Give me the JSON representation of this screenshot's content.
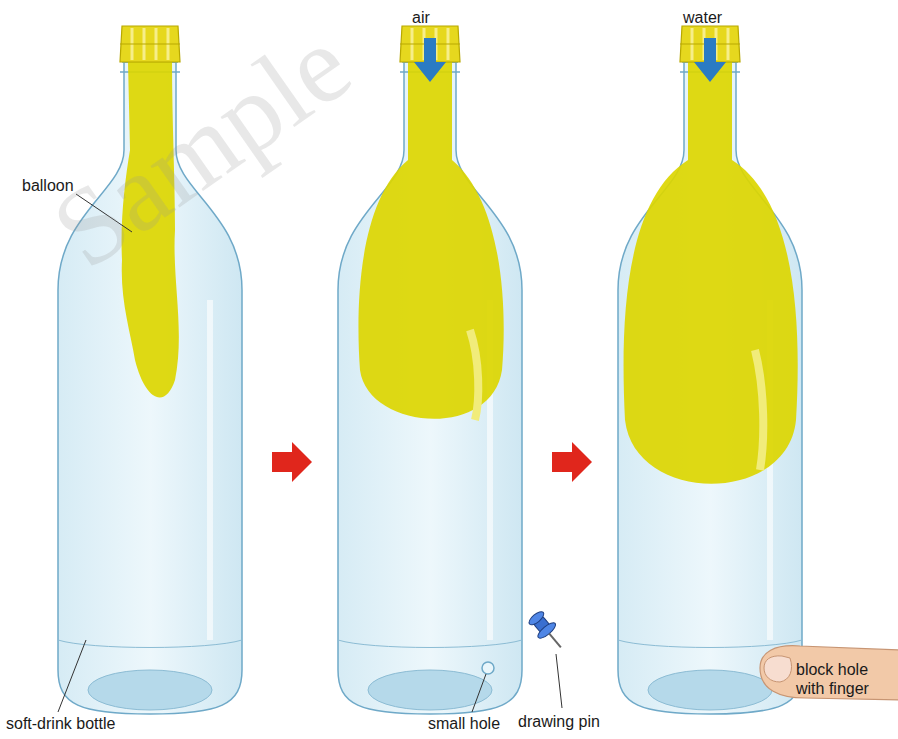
{
  "diagram": {
    "labels": [
      "balloon",
      "air",
      "water",
      "soft-drink bottle",
      "small hole",
      "drawing pin",
      "block hole with finger",
      "Sample"
    ]
  }
}
